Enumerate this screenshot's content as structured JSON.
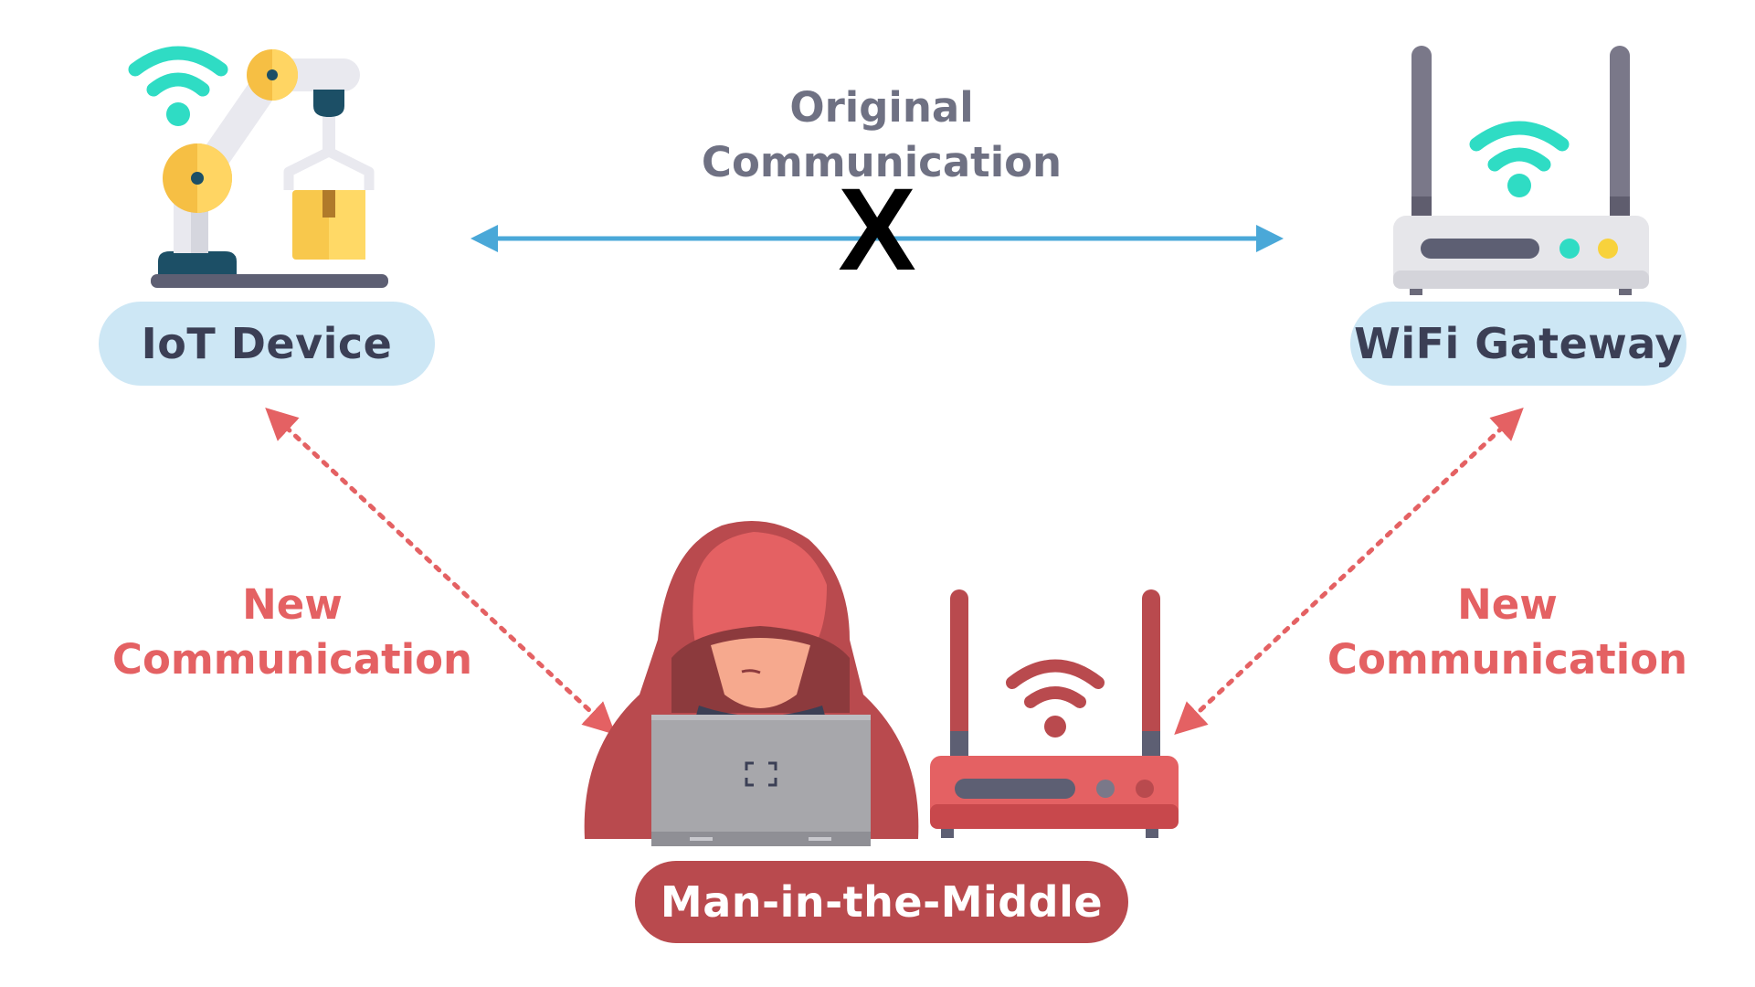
{
  "nodes": {
    "iot_device": "IoT Device",
    "wifi_gateway": "WiFi Gateway",
    "attacker": "Man-in-the-Middle"
  },
  "edges": {
    "original": {
      "line1": "Original",
      "line2": "Communication",
      "blocked_mark": "X"
    },
    "new_left": {
      "line1": "New",
      "line2": "Communication"
    },
    "new_right": {
      "line1": "New",
      "line2": "Communication"
    }
  },
  "colors": {
    "original_arrow": "#4aa8d8",
    "new_arrow": "#e46163",
    "node_pill": "#cde7f5",
    "attacker_pill": "#b94a4e",
    "wifi_signal": "#2fdcc4"
  },
  "icons": [
    "robot-arm-icon",
    "wifi-router-icon",
    "hooded-hacker-icon",
    "laptop-icon",
    "rogue-router-icon",
    "wifi-signal-icon"
  ]
}
